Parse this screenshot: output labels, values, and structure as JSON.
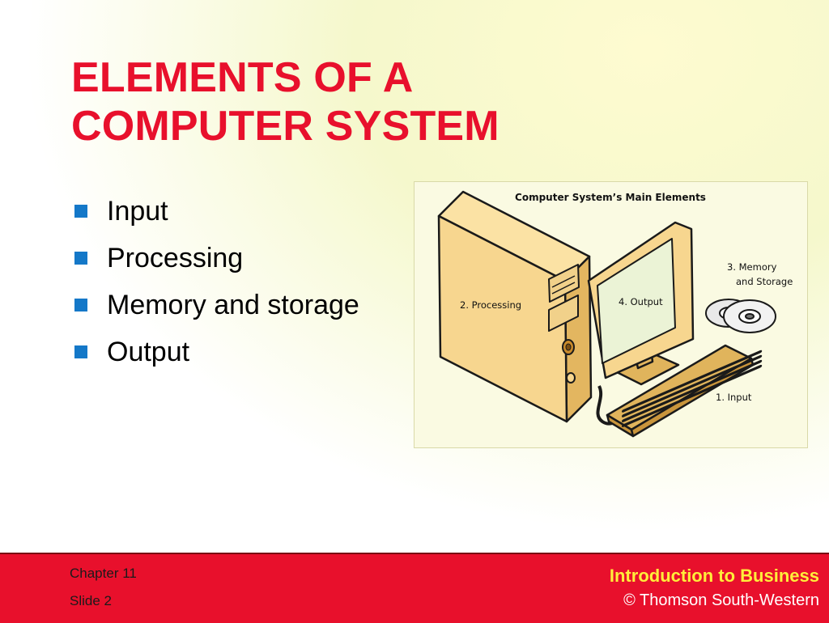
{
  "slide": {
    "title_lines": [
      "ELEMENTS OF A",
      "COMPUTER SYSTEM"
    ],
    "bullets": [
      {
        "label": "Input"
      },
      {
        "label": "Processing"
      },
      {
        "label": "Memory and storage"
      },
      {
        "label": "Output"
      }
    ],
    "bullet_color": "#1478c8",
    "title_color": "#e8102c"
  },
  "figure": {
    "title": "Computer System’s Main Elements",
    "labels": {
      "processing": "2. Processing",
      "output": "4. Output",
      "memory_line1": "3. Memory",
      "memory_line2": "and Storage",
      "input": "1. Input"
    },
    "icons": [
      "computer-tower-icon",
      "monitor-icon",
      "cd-discs-icon",
      "keyboard-icon"
    ]
  },
  "footer": {
    "chapter": "Chapter 11",
    "slide_number": "Slide 2",
    "course": "Introduction to Business",
    "copyright": "© Thomson South-Western",
    "background": "#e8102c",
    "course_color": "#ffee3a"
  }
}
